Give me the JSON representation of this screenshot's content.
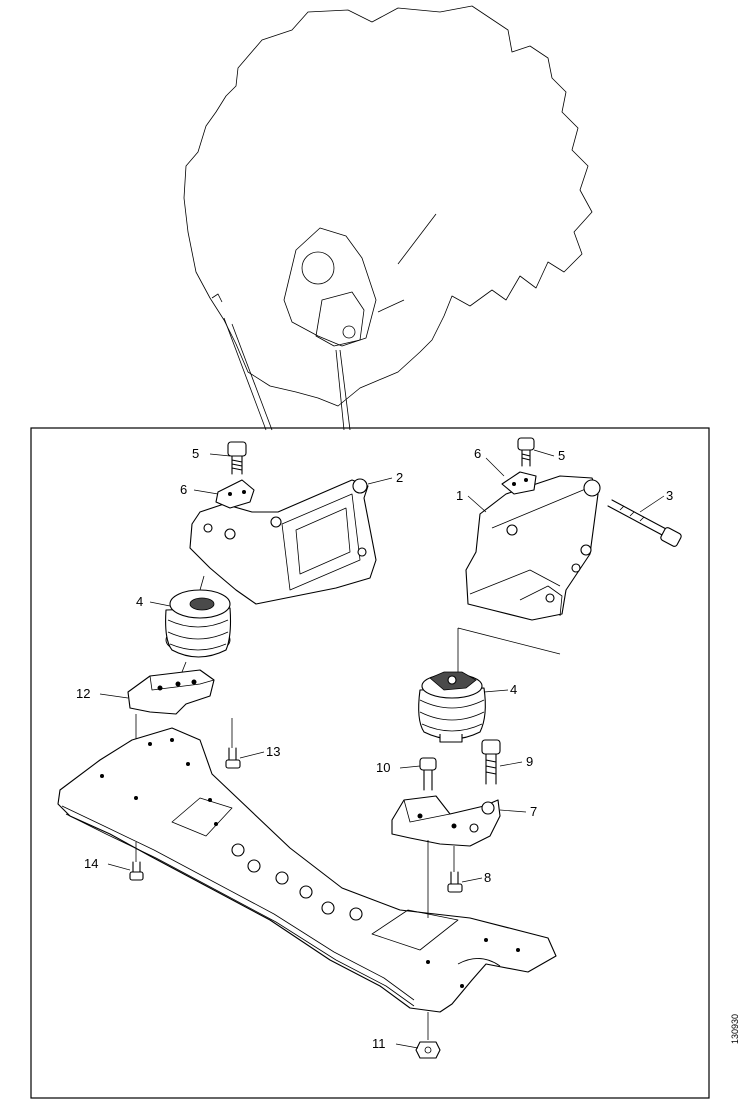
{
  "callouts": [
    {
      "id": "c5a",
      "text": "5"
    },
    {
      "id": "c6a",
      "text": "6"
    },
    {
      "id": "c2",
      "text": "2"
    },
    {
      "id": "c4a",
      "text": "4"
    },
    {
      "id": "c12",
      "text": "12"
    },
    {
      "id": "c13",
      "text": "13"
    },
    {
      "id": "c14",
      "text": "14"
    },
    {
      "id": "c6b",
      "text": "6"
    },
    {
      "id": "c5b",
      "text": "5"
    },
    {
      "id": "c1",
      "text": "1"
    },
    {
      "id": "c3",
      "text": "3"
    },
    {
      "id": "c4b",
      "text": "4"
    },
    {
      "id": "c10",
      "text": "10"
    },
    {
      "id": "c9",
      "text": "9"
    },
    {
      "id": "c7",
      "text": "7"
    },
    {
      "id": "c8",
      "text": "8"
    },
    {
      "id": "c11",
      "text": "11"
    }
  ],
  "figure_ref": "130930"
}
